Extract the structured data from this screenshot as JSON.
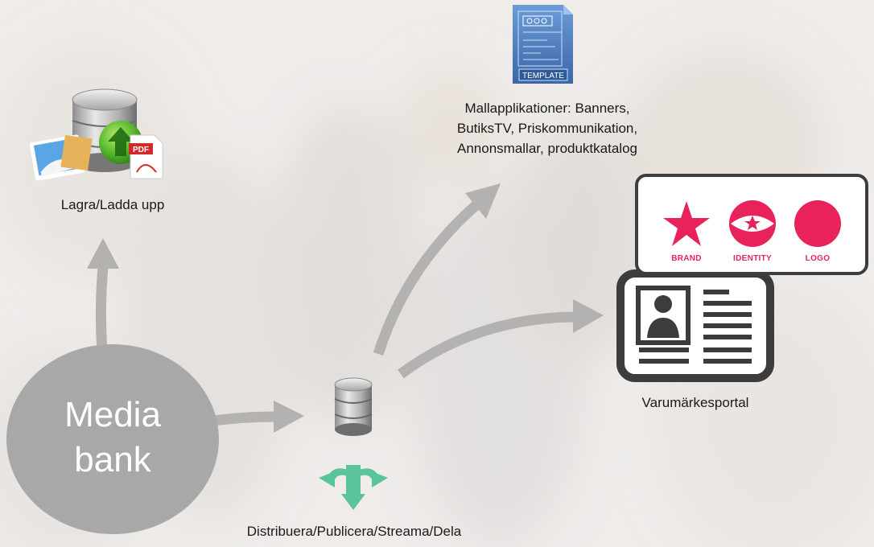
{
  "nodes": {
    "media_bank": {
      "line1": "Media",
      "line2": "bank"
    },
    "upload": {
      "label": "Lagra/Ladda upp"
    },
    "templates": {
      "line1": "Mallapplikationer: Banners,",
      "line2": "ButiksTV,  Priskommunikation,",
      "line3": "Annonsmallar, produktkatalog",
      "icon_text": "TEMPLATE"
    },
    "brand_portal": {
      "label": "Varumärkesportal"
    },
    "distribute": {
      "label": "Distribuera/Publicera/Streama/Dela"
    }
  },
  "brand_card": {
    "items": [
      {
        "label": "BRAND",
        "icon": "star-icon"
      },
      {
        "label": "IDENTITY",
        "icon": "eye-star-icon"
      },
      {
        "label": "LOGO",
        "icon": "circle-icon"
      }
    ]
  },
  "icons": {
    "upload": [
      "database-icon",
      "upload-arrow-icon",
      "photo-icon",
      "pdf-icon"
    ],
    "hub": [
      "database-icon",
      "distribute-arrows-icon"
    ],
    "portal": "id-card-icon",
    "templates": "template-document-icon"
  },
  "colors": {
    "brand_accent": "#e8235c",
    "arrow_gray": "#b4b2b0",
    "media_bank_fill": "#a8a8a8",
    "distribute_green": "#5cc49b",
    "template_blue": "#4a7cc0"
  }
}
